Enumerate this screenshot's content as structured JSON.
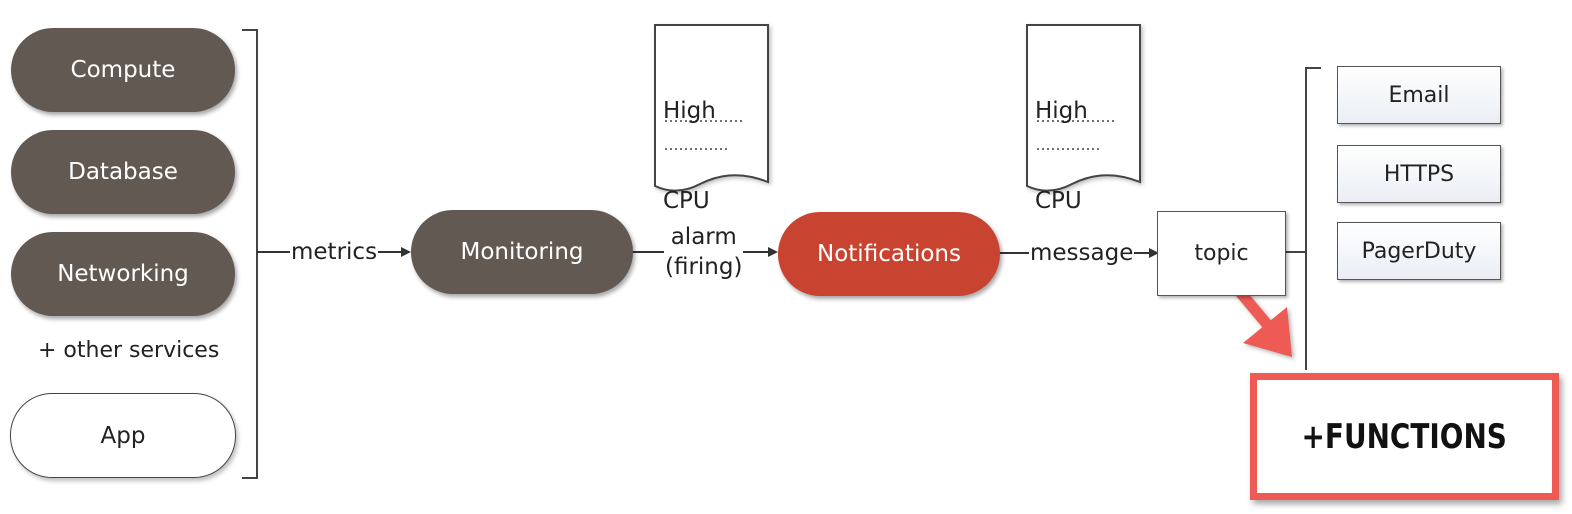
{
  "sources": {
    "items": [
      "Compute",
      "Database",
      "Networking"
    ],
    "other": "+ other services",
    "app": "App"
  },
  "connectors": {
    "metrics": "metrics",
    "alarm_line1": "alarm",
    "alarm_line2": "(firing)",
    "message": "message"
  },
  "monitoring": "Monitoring",
  "notifications": "Notifications",
  "alarm_doc": {
    "line1": "High",
    "line2": "CPU"
  },
  "message_doc": {
    "line1": "High",
    "line2": "CPU"
  },
  "topic": "topic",
  "subscriptions": [
    "Email",
    "HTTPS",
    "PagerDuty"
  ],
  "callout": {
    "label": "+FUNCTIONS",
    "border_color": "#ee5a54"
  },
  "colors": {
    "service_pill": "#625a52",
    "notifications_pill": "#c94331",
    "arrow_highlight": "#ee5a54"
  }
}
